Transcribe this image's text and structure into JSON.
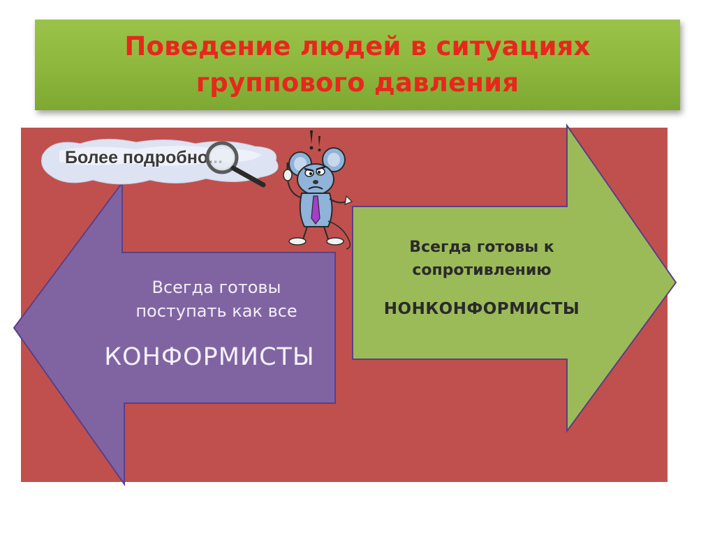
{
  "slide": {
    "title_line1": "Поведение людей в ситуациях",
    "title_line2": "группового давления",
    "more_link": "Более подробно...",
    "left_arrow": {
      "subtitle_line1": "Всегда готовы",
      "subtitle_line2": "поступать как все",
      "label": "КОНФОРМИСТЫ"
    },
    "right_arrow": {
      "subtitle_line1": "Всегда готовы к",
      "subtitle_line2": "сопротивлению",
      "label": "НОНКОНФОРМИСТЫ"
    }
  },
  "colors": {
    "title_bg": "#8cb63c",
    "title_text": "#e8271c",
    "panel_bg": "#c0504d",
    "left_arrow_fill": "#8064a2",
    "right_arrow_fill": "#9bbb59"
  },
  "icons": {
    "magnifier": "magnifier-icon",
    "mouse": "mouse-character-icon"
  }
}
